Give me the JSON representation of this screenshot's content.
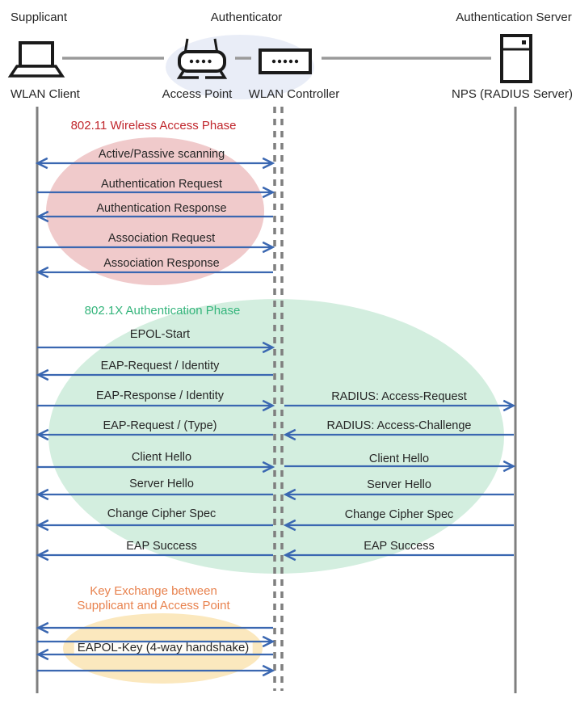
{
  "header": {
    "roles": {
      "supplicant": "Supplicant",
      "authenticator": "Authenticator",
      "auth_server": "Authentication Server"
    },
    "devices": {
      "wlan_client": "WLAN Client",
      "access_point": "Access Point",
      "wlan_controller": "WLAN Controller",
      "nps": "NPS (RADIUS Server)"
    }
  },
  "phase1": {
    "title": "802.11 Wireless Access Phase",
    "messages": [
      {
        "label": "Active/Passive scanning",
        "direction": "both"
      },
      {
        "label": "Authentication Request",
        "direction": "right"
      },
      {
        "label": "Authentication Response",
        "direction": "left"
      },
      {
        "label": "Association Request",
        "direction": "right"
      },
      {
        "label": "Association Response",
        "direction": "left"
      }
    ]
  },
  "phase2": {
    "title": "802.1X Authentication Phase",
    "client_messages": [
      {
        "label": "EPOL-Start",
        "direction": "right"
      },
      {
        "label": "EAP-Request / Identity",
        "direction": "left"
      },
      {
        "label": "EAP-Response / Identity",
        "direction": "right"
      },
      {
        "label": "EAP-Request / (Type)",
        "direction": "left"
      },
      {
        "label": "Client Hello",
        "direction": "right"
      },
      {
        "label": "Server Hello",
        "direction": "left"
      },
      {
        "label": "Change Cipher Spec",
        "direction": "left"
      },
      {
        "label": "EAP Success",
        "direction": "left"
      }
    ],
    "server_messages": [
      {
        "label": "RADIUS: Access-Request",
        "direction": "right"
      },
      {
        "label": "RADIUS: Access-Challenge",
        "direction": "left"
      },
      {
        "label": "Client Hello",
        "direction": "right"
      },
      {
        "label": "Server Hello",
        "direction": "left"
      },
      {
        "label": "Change Cipher Spec",
        "direction": "left"
      },
      {
        "label": "EAP Success",
        "direction": "left"
      }
    ]
  },
  "phase3": {
    "title_line1": "Key Exchange between",
    "title_line2": "Supplicant and Access Point",
    "key_label": "EAPOL-Key (4-way handshake)"
  },
  "colors": {
    "phase1_title": "#C0262C",
    "phase1_fill": "#F0CACB",
    "phase2_title": "#35B57C",
    "phase2_fill": "#D3EEDF",
    "phase3_title": "#E8824E",
    "phase3_fill": "#FBE8BE",
    "arrow_blue": "#3A67B1",
    "lifeline_gray": "#7F7F7F",
    "authenticator_fill": "#E9EDF7",
    "text": "#262626"
  }
}
